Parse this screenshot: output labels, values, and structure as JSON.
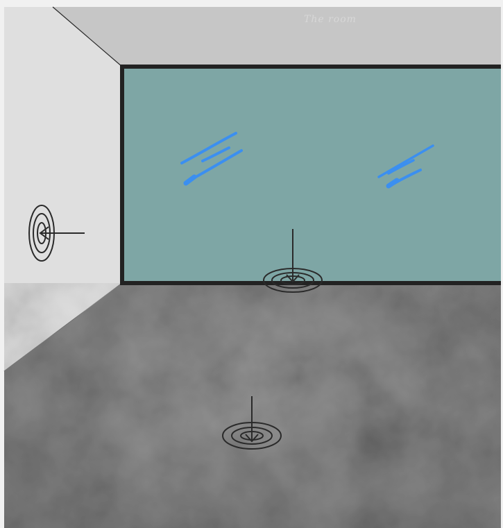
{
  "scene": {
    "title": "The room",
    "description_hidden": "",
    "colors": {
      "background_border": "#f1f1f1",
      "ceiling": "#c4c4c4",
      "left_wall": "#dedede",
      "window_glass": "#7ea6a5",
      "window_frame": "#222222",
      "floor": "#8a8a8a",
      "glare": "#3b8ff0",
      "hotspot_stroke": "#2a2a2a"
    },
    "hotspots": [
      {
        "name": "left-wall-hotspot",
        "direction": "left"
      },
      {
        "name": "window-hotspot",
        "direction": "down"
      },
      {
        "name": "floor-hotspot",
        "direction": "down"
      }
    ],
    "icons": {
      "target": "concentric-circles-target-icon",
      "arrow": "arrow-icon"
    }
  }
}
